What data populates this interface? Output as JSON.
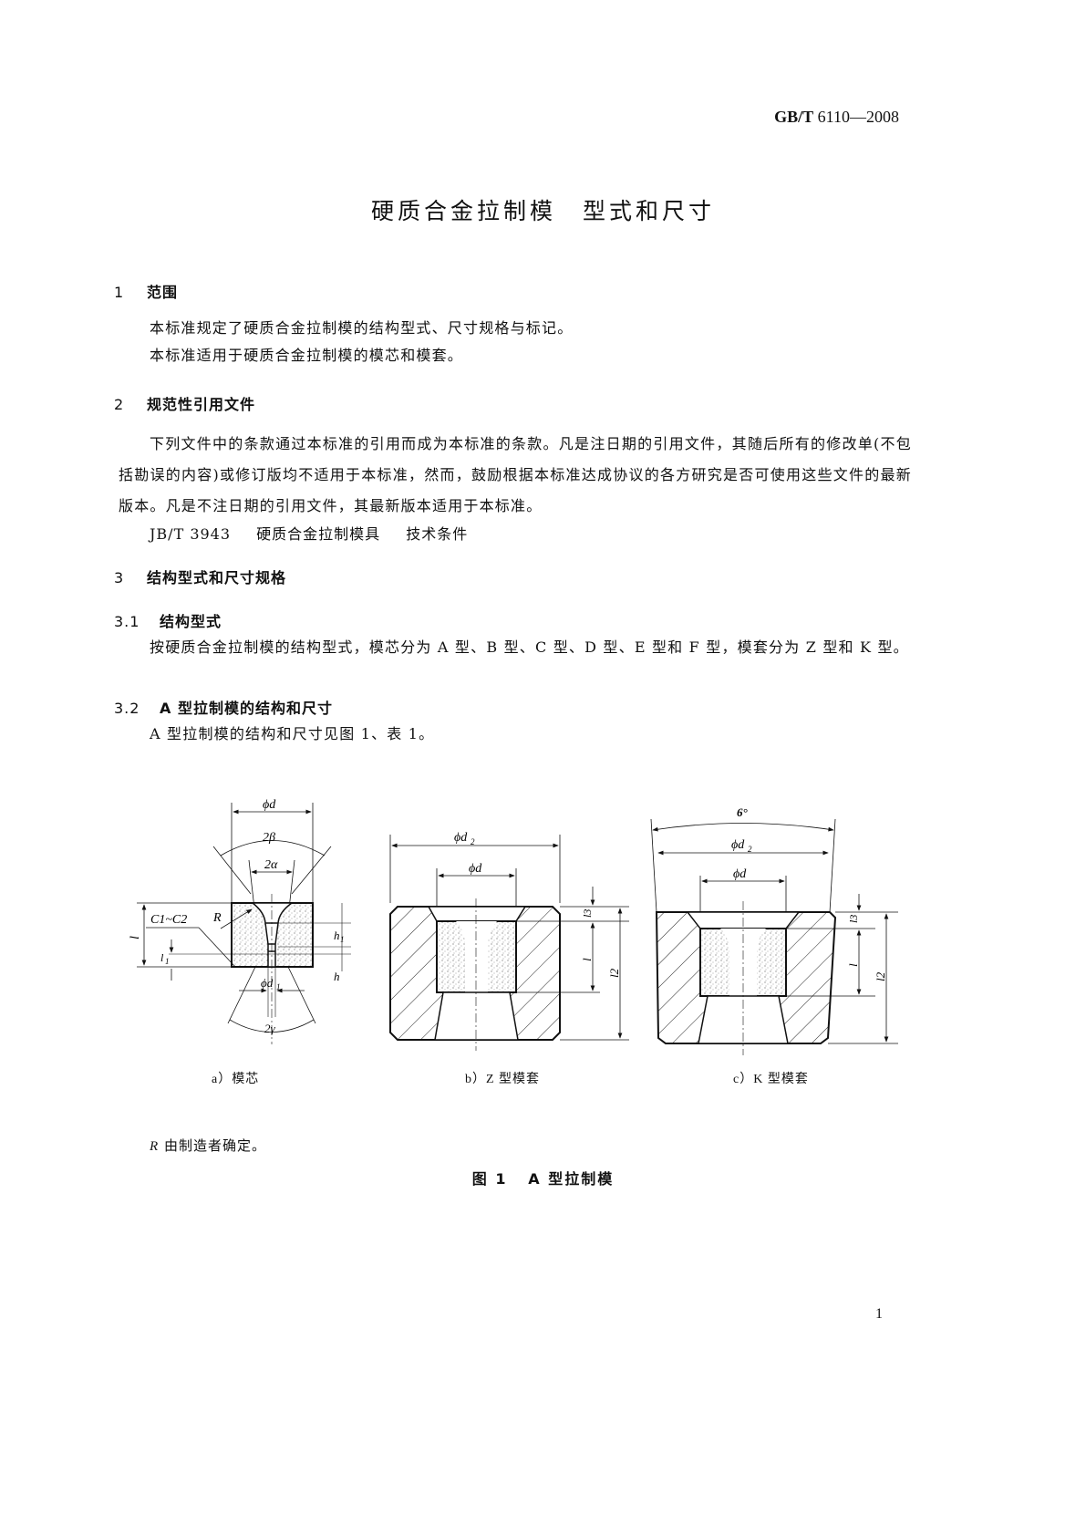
{
  "header": {
    "standard_prefix": "GB/T",
    "standard_number": "6110—2008"
  },
  "title": "硬质合金拉制模　型式和尺寸",
  "sections": {
    "s1": {
      "number": "1",
      "heading": "范围",
      "paragraphs": [
        "本标准规定了硬质合金拉制模的结构型式、尺寸规格与标记。",
        "本标准适用于硬质合金拉制模的模芯和模套。"
      ]
    },
    "s2": {
      "number": "2",
      "heading": "规范性引用文件",
      "paragraph": "下列文件中的条款通过本标准的引用而成为本标准的条款。凡是注日期的引用文件，其随后所有的修改单(不包括勘误的内容)或修订版均不适用于本标准，然而，鼓励根据本标准达成协议的各方研究是否可使用这些文件的最新版本。凡是不注日期的引用文件，其最新版本适用于本标准。",
      "reference": {
        "code": "JB/T 3943",
        "title": "硬质合金拉制模具",
        "subtitle": "技术条件"
      }
    },
    "s3": {
      "number": "3",
      "heading": "结构型式和尺寸规格"
    },
    "s3_1": {
      "number": "3.1",
      "heading": "结构型式",
      "paragraph": "按硬质合金拉制模的结构型式，模芯分为 A 型、B 型、C 型、D 型、E 型和 F 型，模套分为 Z 型和 K 型。"
    },
    "s3_2": {
      "number": "3.2",
      "heading": "A 型拉制模的结构和尺寸",
      "paragraph": "A 型拉制模的结构和尺寸见图 1、表 1。"
    }
  },
  "figure": {
    "subfigures": [
      {
        "caption": "a）模芯",
        "labels": [
          "ϕd",
          "2β",
          "2α",
          "C1~C2",
          "R",
          "l",
          "l1",
          "h1",
          "h",
          "ϕd1",
          "2γ"
        ]
      },
      {
        "caption": "b）Z 型模套",
        "labels": [
          "ϕd2",
          "ϕd",
          "l3",
          "l",
          "l2"
        ]
      },
      {
        "caption": "c）K 型模套",
        "labels": [
          "6°",
          "ϕd2",
          "ϕd",
          "l3",
          "l",
          "l2"
        ]
      }
    ],
    "note_symbol": "R",
    "note_text": "由制造者确定。",
    "caption_prefix": "图 1",
    "caption_title": "A 型拉制模"
  },
  "page_number": "1"
}
